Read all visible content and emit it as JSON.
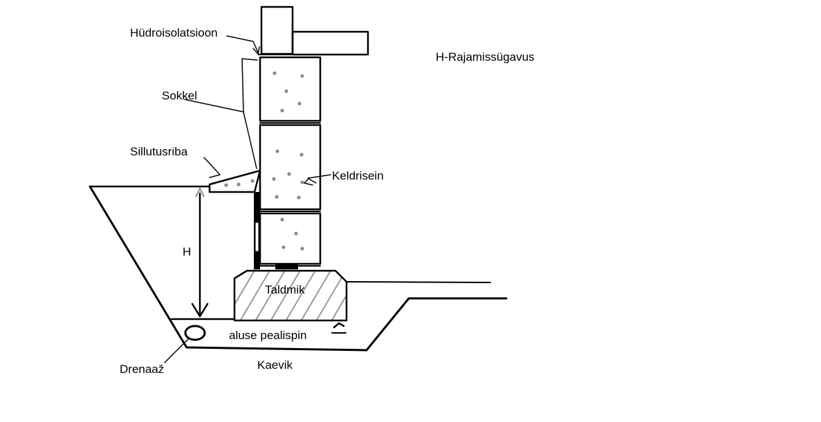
{
  "labels": {
    "hydroisolation": "Hüdroisolatsioon",
    "depth_legend": "H-Rajamissügavus",
    "plinth": "Sokkel",
    "paving_strip": "Sillutusriba",
    "basement_wall": "Keldrisein",
    "h_marker": "H",
    "foundation": "Taldmik",
    "base_surface": "aluse pealispin",
    "drainage": "Drenaaž",
    "trench": "Kaevik"
  },
  "colors": {
    "line": "#000000",
    "aggregate": "#8c8c8c",
    "hatch": "#9a9a9a",
    "background": "#ffffff"
  }
}
